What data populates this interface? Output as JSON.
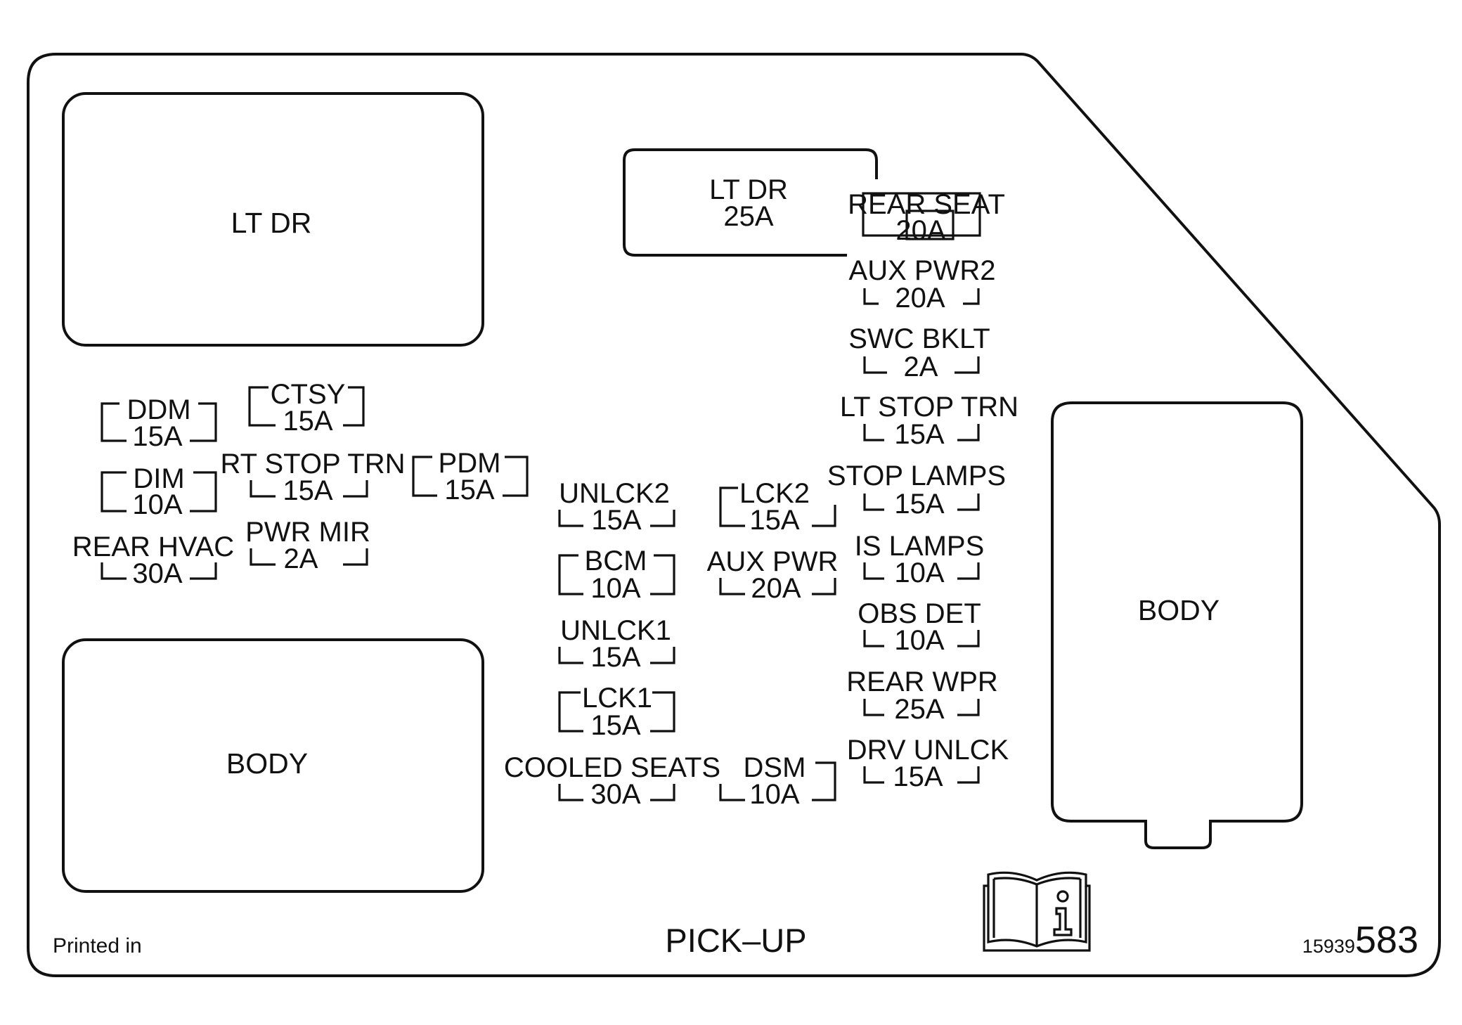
{
  "diagram": {
    "relays": {
      "lt_dr_large": "LT DR",
      "body_left": "BODY",
      "body_right": "BODY"
    },
    "fuses": [
      {
        "id": "lt-dr",
        "name": "LT DR",
        "amp": "25A"
      },
      {
        "id": "rear-seat",
        "name": "REAR SEAT",
        "amp": "20A"
      },
      {
        "id": "aux-pwr2",
        "name": "AUX PWR2",
        "amp": "20A"
      },
      {
        "id": "swc-bklt",
        "name": "SWC BKLT",
        "amp": "2A"
      },
      {
        "id": "lt-stop-trn",
        "name": "LT STOP TRN",
        "amp": "15A"
      },
      {
        "id": "stop-lamps",
        "name": "STOP LAMPS",
        "amp": "15A"
      },
      {
        "id": "is-lamps",
        "name": "IS LAMPS",
        "amp": "10A"
      },
      {
        "id": "obs-det",
        "name": "OBS DET",
        "amp": "10A"
      },
      {
        "id": "rear-wpr",
        "name": "REAR WPR",
        "amp": "25A"
      },
      {
        "id": "drv-unlck",
        "name": "DRV UNLCK",
        "amp": "15A"
      },
      {
        "id": "ddm",
        "name": "DDM",
        "amp": "15A"
      },
      {
        "id": "ctsy",
        "name": "CTSY",
        "amp": "15A"
      },
      {
        "id": "dim",
        "name": "DIM",
        "amp": "10A"
      },
      {
        "id": "rt-stop-trn",
        "name": "RT STOP TRN",
        "amp": "15A"
      },
      {
        "id": "pdm",
        "name": "PDM",
        "amp": "15A"
      },
      {
        "id": "rear-hvac",
        "name": "REAR HVAC",
        "amp": "30A"
      },
      {
        "id": "pwr-mir",
        "name": "PWR MIR",
        "amp": "2A"
      },
      {
        "id": "unlck2",
        "name": "UNLCK2",
        "amp": "15A"
      },
      {
        "id": "bcm",
        "name": "BCM",
        "amp": "10A"
      },
      {
        "id": "unlck1",
        "name": "UNLCK1",
        "amp": "15A"
      },
      {
        "id": "lck1",
        "name": "LCK1",
        "amp": "15A"
      },
      {
        "id": "cooled-seats",
        "name": "COOLED SEATS",
        "amp": "30A"
      },
      {
        "id": "lck2",
        "name": "LCK2",
        "amp": "15A"
      },
      {
        "id": "aux-pwr",
        "name": "AUX PWR",
        "amp": "20A"
      },
      {
        "id": "dsm",
        "name": "DSM",
        "amp": "10A"
      }
    ],
    "footer": {
      "printed_in": "Printed in",
      "title": "PICK–UP",
      "part_prefix": "15939",
      "part_suffix": "583"
    },
    "icons": {
      "manual": "owner-manual-info-icon"
    }
  }
}
